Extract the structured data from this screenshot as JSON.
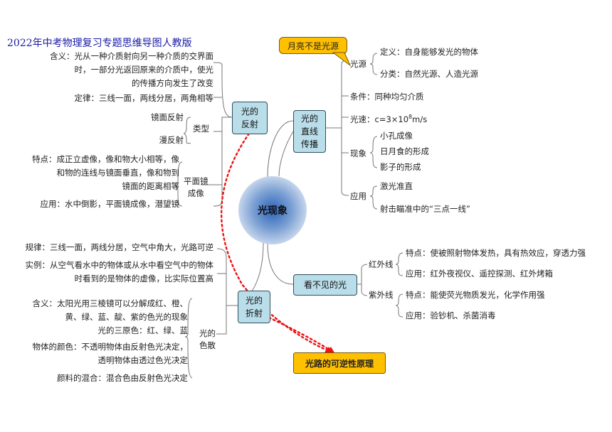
{
  "title": "2022年中考物理复习专题思维导图人教版",
  "center": "光现象",
  "callout_moon": "月亮不是光源",
  "result": "光路的可逆性原理",
  "reflection": {
    "box": [
      "光的",
      "反射"
    ],
    "definition": [
      "含义：光从一种介质射向另一种介质的交界面",
      "时，一部分光返回原来的介质中，使光",
      "的传播方向发生了改变"
    ],
    "law": "定律：三线一面，两线分居，两角相等",
    "type_label": "类型",
    "types": [
      "镜面反射",
      "漫反射"
    ],
    "plane_mirror_label": [
      "平面镜",
      "成像"
    ],
    "plane_feature": [
      "特点：成正立虚像，像和物大小相等，像",
      "和物的连线与镜面垂直，像和物到",
      "镜面的距离相等"
    ],
    "plane_app": "应用：水中倒影，平面镜成像，潜望镜"
  },
  "straight": {
    "box": [
      "光的",
      "直线",
      "传播"
    ],
    "source_label": "光源",
    "source_def": "定义：自身能够发光的物体",
    "source_cls": "分类：自然光源、人造光源",
    "condition": "条件：同种均匀介质",
    "speed_prefix": "光速：c=3×10",
    "speed_exp": "8",
    "speed_unit": "m/s",
    "phen_label": "现象",
    "phen": [
      "小孔成像",
      "日月食的形成",
      "影子的形成"
    ],
    "app_label": "应用",
    "apps": [
      "激光准直",
      "射击瞄准中的“三点一线”"
    ]
  },
  "invisible": {
    "box": "看不见的光",
    "ir_label": "红外线",
    "ir_feature": "特点：使被照射物体发热，具有热效应，穿透力强",
    "ir_app": "应用：红外夜视仪、遥控探测、红外烤箱",
    "uv_label": "紫外线",
    "uv_feature": "特点：能使荧光物质发光，化学作用强",
    "uv_app": "应用：验钞机、杀菌消毒"
  },
  "refraction": {
    "box": [
      "光的",
      "折射"
    ],
    "rule": "规律：三线一面，两线分居，空气中角大，光路可逆",
    "example": [
      "实例：从空气看水中的物体或从水中看空气中的物体",
      "时看到的是物体的虚像，比实际位置高"
    ],
    "dispersion_label": [
      "光的",
      "色散"
    ],
    "disp_meaning": [
      "含义：太阳光用三棱镜可以分解成红、橙、",
      "黄、绿、蓝、靛、紫的色光的现象",
      "光的三原色：红、绿、蓝"
    ],
    "disp_color": [
      "物体的颜色：不透明物体由反射色光决定，",
      "透明物体由透过色光决定"
    ],
    "disp_mix": "颜料的混合：混合色由反射色光决定"
  }
}
